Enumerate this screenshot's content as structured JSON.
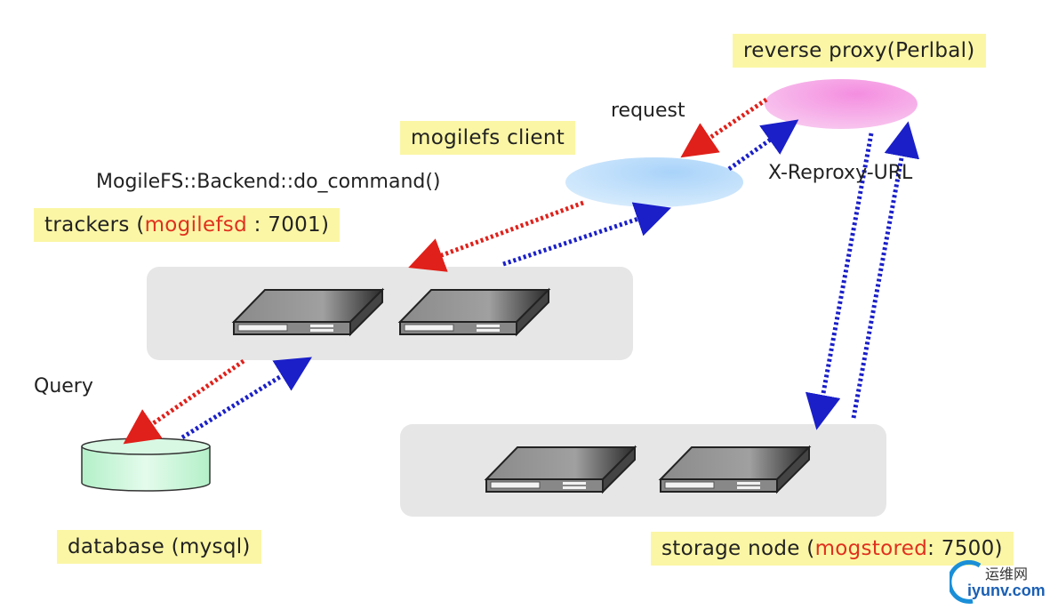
{
  "labels": {
    "reverse_proxy": "reverse proxy(Perlbal)",
    "mogilefs_client": "mogilefs client",
    "trackers_prefix": "trackers (",
    "trackers_daemon": "mogilefsd",
    "trackers_suffix": " : 7001)",
    "database": "database (mysql)",
    "storage_prefix": "storage node (",
    "storage_daemon": "mogstored",
    "storage_suffix": ": 7500)"
  },
  "annotations": {
    "request": "request",
    "backend_call": "MogileFS::Backend::do_command()",
    "reproxy": "X-Reproxy-URL",
    "query": "Query"
  },
  "watermark": {
    "cn": "运维网",
    "domain": "iyunv.com"
  },
  "colors": {
    "label_bg": "#fbf6a5",
    "daemon_text": "#e0301e",
    "request_arrow": "#e0201a",
    "response_arrow": "#1a1fc8",
    "group_bg": "#e6e6e6",
    "proxy": "#f6b6ea",
    "client": "#c4e2fb",
    "database": "#c8f5d8"
  }
}
